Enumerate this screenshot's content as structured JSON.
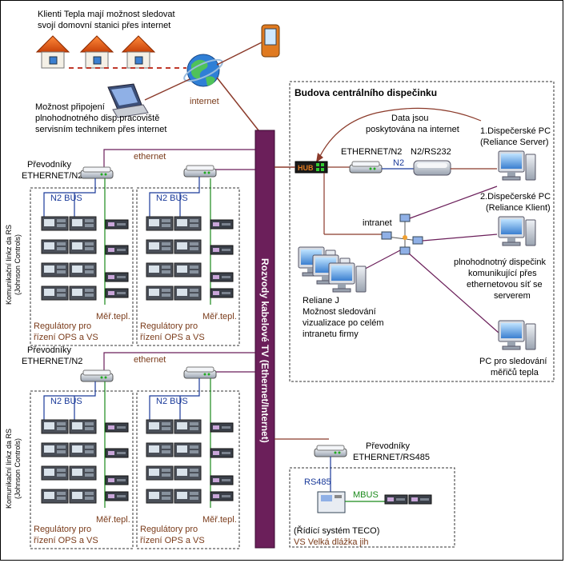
{
  "top": {
    "clients_line1": "Klienti Tepla mají možnost sledovat",
    "clients_line2": "svojí domovní stanici přes internet",
    "service_line1": "Možnost připojení",
    "service_line2": "plnohodnotného disp.pracoviště",
    "service_line3": "servisním technikem přes internet",
    "internet": "internet"
  },
  "building": {
    "title": "Budova centrálního dispečinku",
    "data_line1": "Data jsou",
    "data_line2": "poskytována na internet",
    "hub": "HUB",
    "eth_n2": "ETHERNET/N2",
    "n2_rs232": "N2/RS232",
    "n2": "N2",
    "pc1_line1": "1.Dispečerské PC",
    "pc1_line2": "(Reliance Server)",
    "pc2_line1": "2.Dispečerské PC",
    "pc2_line2": "(Reliance Klient)",
    "intranet": "intranet",
    "full_line1": "plnohodnotný dispečink",
    "full_line2": "komunikující přes",
    "full_line3": "ethernetovou síť se",
    "full_line4": "serverem",
    "reliance_line1": "Reliane J",
    "reliance_line2": "Možnost sledování",
    "reliance_line3": "vizualizace po celém",
    "reliance_line4": "intranetu firmy",
    "meter_pc_line1": "PC pro sledování",
    "meter_pc_line2": "měřičů tepla"
  },
  "cable": {
    "label": "Rozvody kabelové TV (Ethernet/Internet)"
  },
  "section": {
    "conv_line1": "Převodníky",
    "conv_line2": "ETHERNET/N2",
    "ethernet": "ethernet",
    "n2bus": "N2 BUS",
    "meter": "Měř.tepl.",
    "reg_line1": "Regulátory pro",
    "reg_line2": "řízení OPS a VS",
    "side_line1": "Komunikační linkz da RS",
    "side_line2": "(Johnson Controls)"
  },
  "teco": {
    "conv_line1": "Převodníky",
    "conv_line2": "ETHERNET/RS485",
    "rs485": "RS485",
    "mbus": "MBUS",
    "sys": "(Řídící systém TECO)",
    "loc": "VS Velká dlážka jih"
  }
}
